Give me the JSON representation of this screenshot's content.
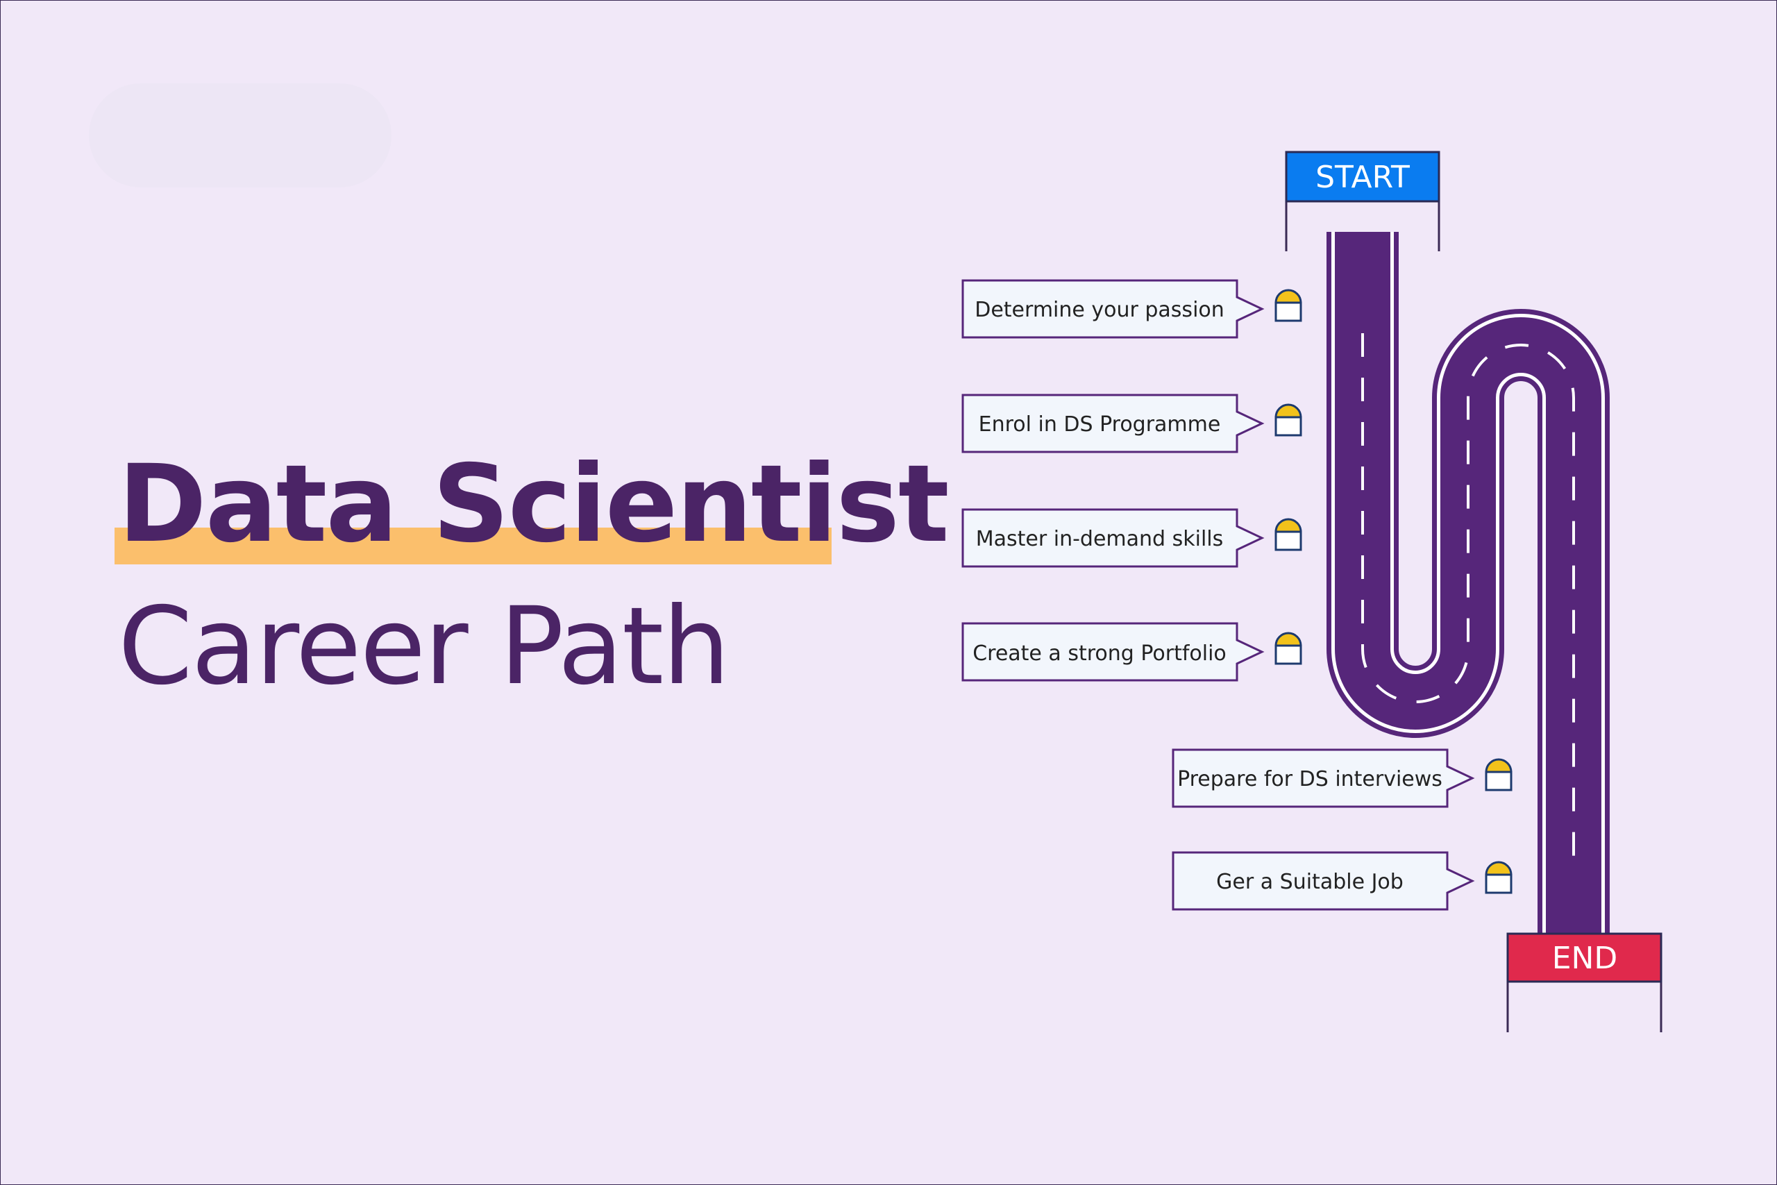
{
  "title": {
    "line1": "Data Scientist",
    "line2": "Career Path"
  },
  "flags": {
    "start": "START",
    "end": "END"
  },
  "steps": [
    "Determine your passion",
    "Enrol in DS Programme",
    "Master in-demand skills",
    "Create a strong Portfolio",
    "Prepare for DS interviews",
    "Ger a Suitable Job"
  ],
  "colors": {
    "background": "#f1e8f8",
    "title": "#4b2466",
    "highlight": "#fbbf6c",
    "road": "#56267a",
    "start_flag": "#0a7cf0",
    "end_flag": "#e0294c",
    "callout_fill": "#f2f6fc",
    "marker_top": "#f2c21b"
  }
}
